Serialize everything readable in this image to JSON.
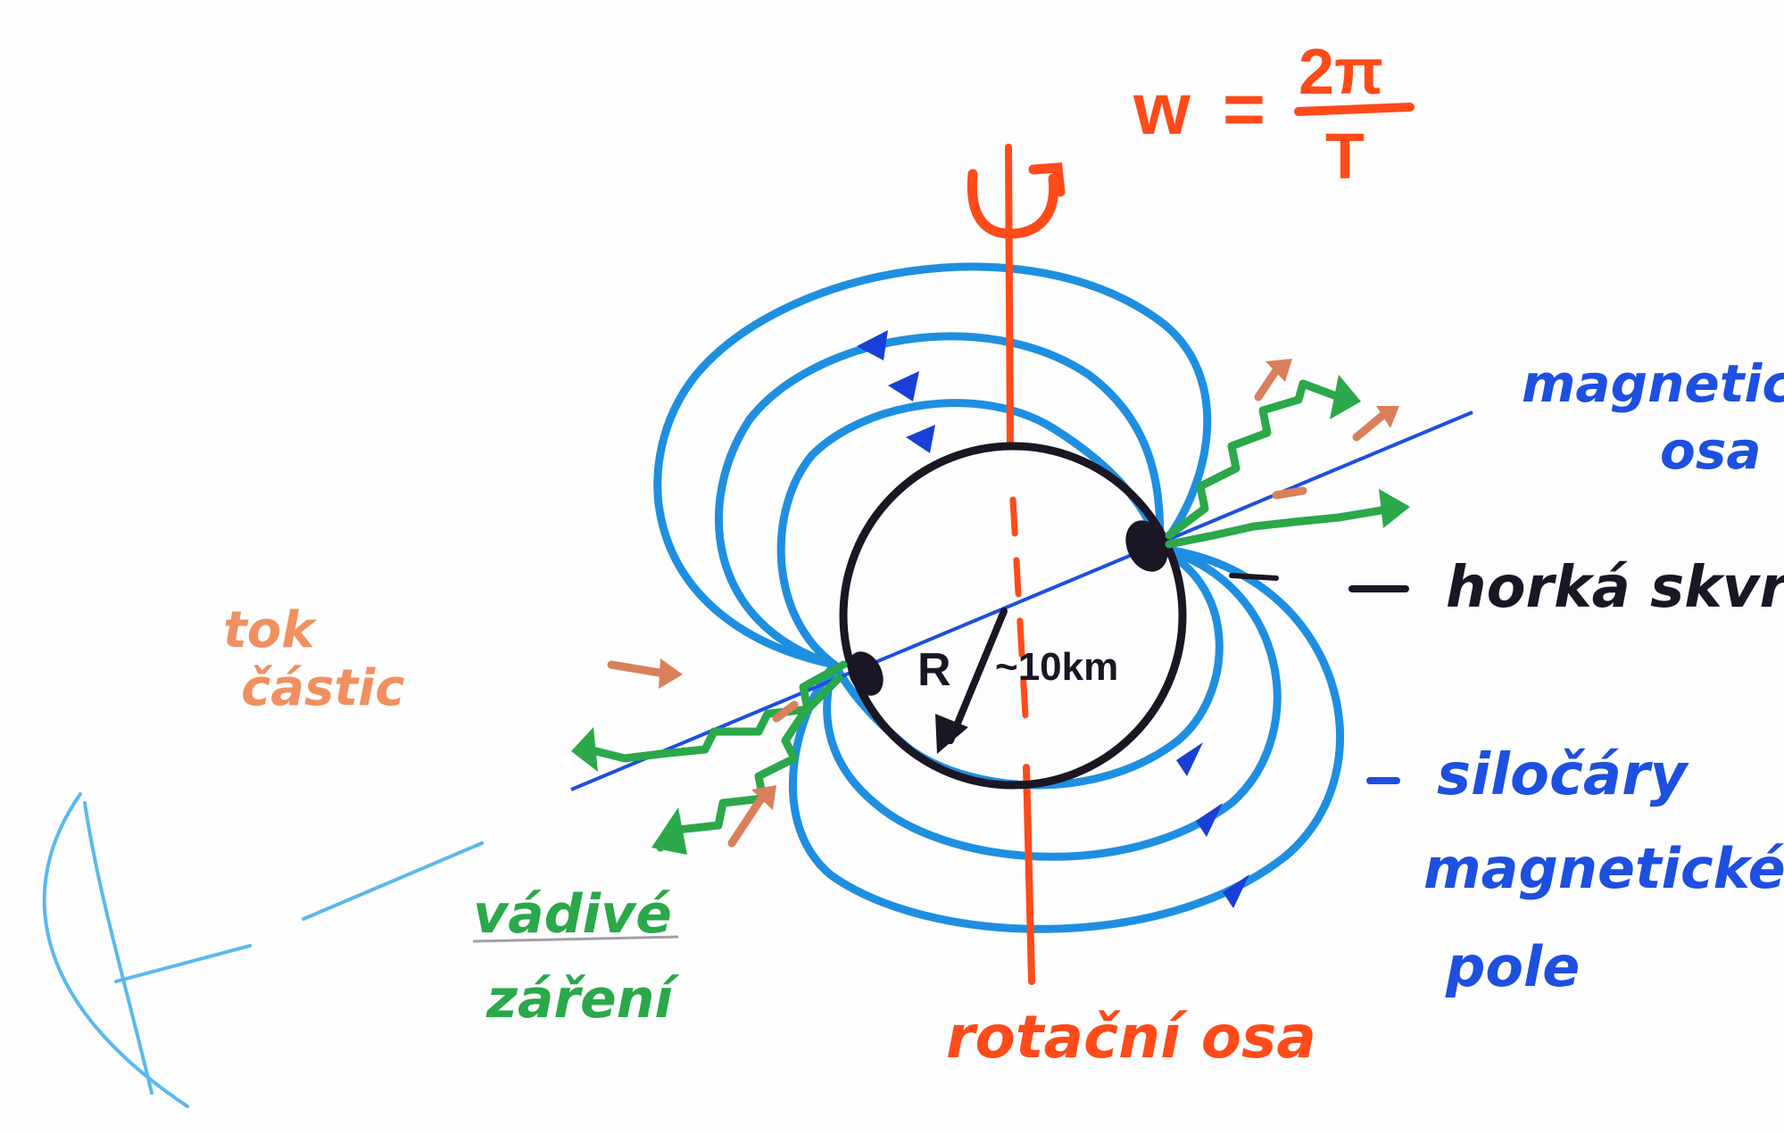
{
  "colors": {
    "field_blue": "#1e8fe0",
    "field_arrow_blue": "#1a3fd6",
    "axis_red": "#ff4a1a",
    "star_black": "#1a1624",
    "radiation_green": "#2aa84a",
    "particle_brown": "#d9805a",
    "label_blue": "#1d4fe0",
    "label_orange": "#f09060",
    "sketch_lightblue": "#5ab8ee"
  },
  "labels": {
    "omega_symbol": "w",
    "equals": "=",
    "two_pi": "2π",
    "period": "T",
    "radius_letter": "R",
    "radius_value": "~10km",
    "magnetic_axis": [
      "magnetická",
      "osa"
    ],
    "hot_spot": "horká skvrna",
    "field_lines": [
      "siločáry",
      "magnetického",
      "pole"
    ],
    "rotation_axis": "rotační osa",
    "radiation": [
      "vádivé",
      "záření"
    ],
    "particles": [
      "tok",
      "částic"
    ]
  },
  "icons": {
    "rotation": "rotation-arrow-icon",
    "observer": "telescope-icon"
  }
}
